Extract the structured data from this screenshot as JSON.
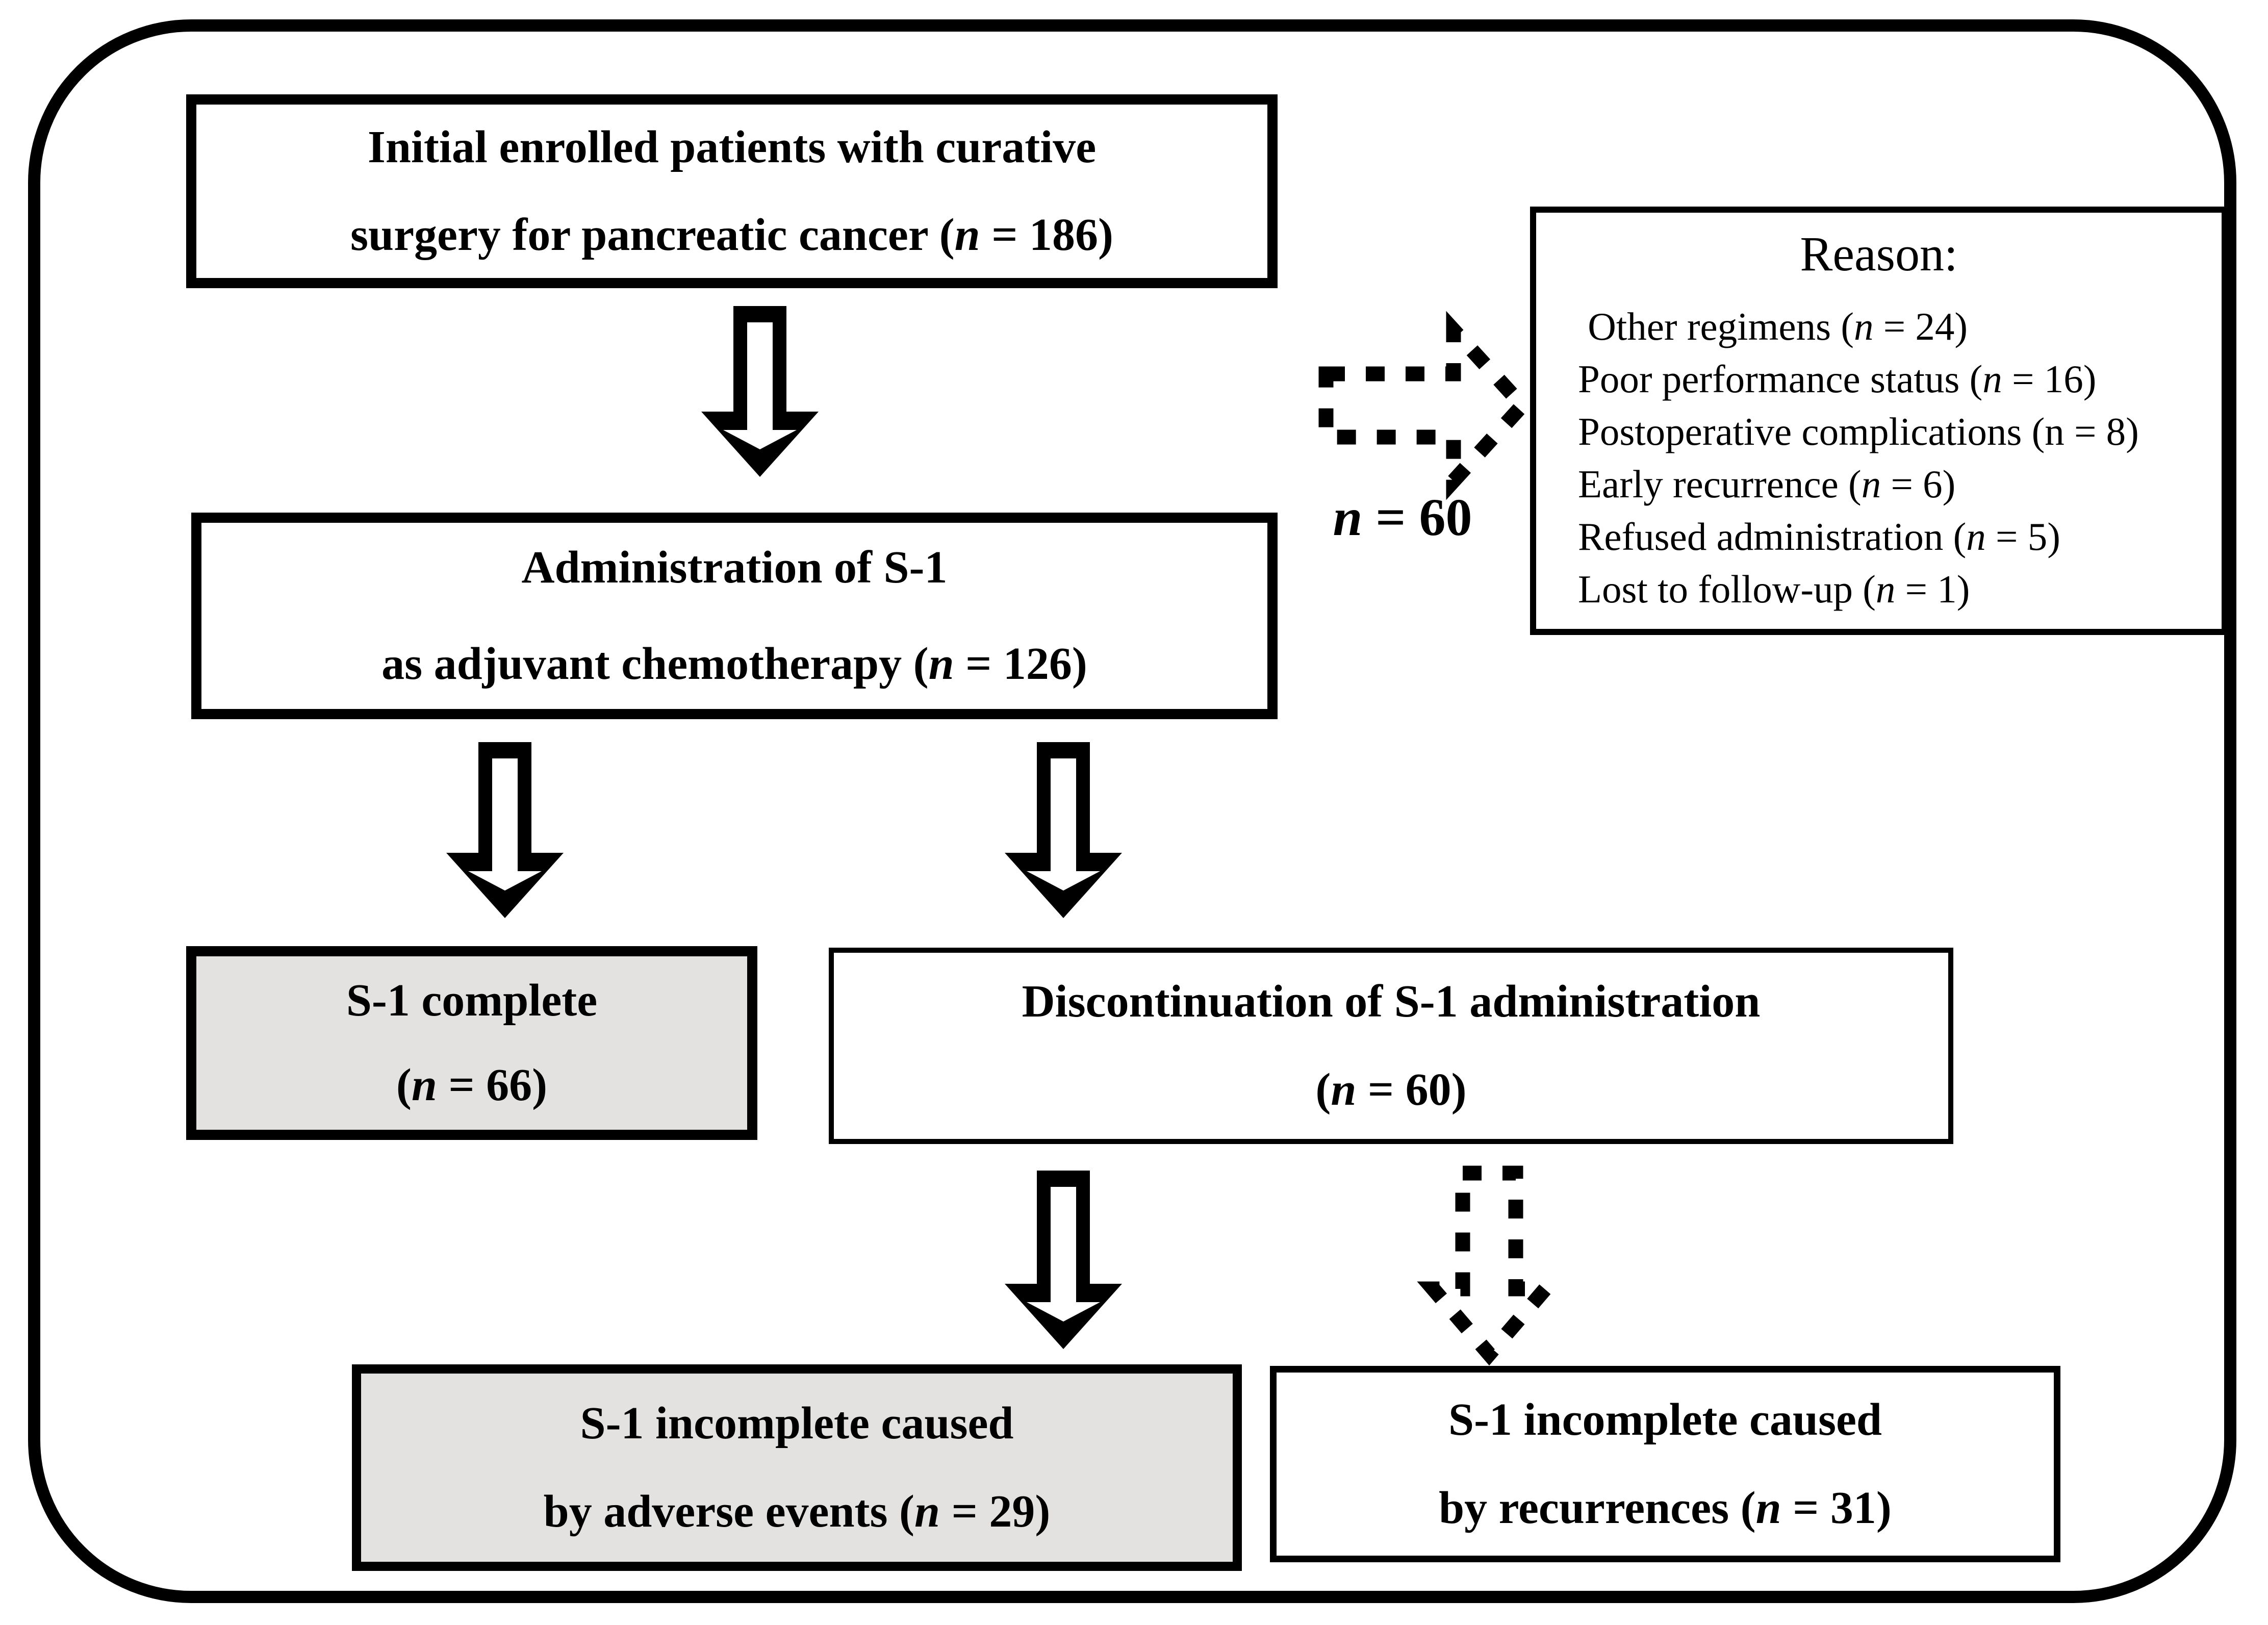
{
  "diagram": {
    "colors": {
      "background": "#ffffff",
      "line": "#000000",
      "gray_fill": "#e3e2e0"
    },
    "boxes": {
      "initial": {
        "line1": "Initial enrolled patients with curative",
        "line2": "surgery for pancreatic cancer (*n* = 186)"
      },
      "admin": {
        "line1": "Administration of S-1",
        "line2": "as adjuvant chemotherapy (*n* = 126)"
      },
      "reason": {
        "heading": "Reason:",
        "items": [
          " Other regimens (*n* = 24)",
          "Poor performance status (*n* = 16)",
          "Postoperative complications (n = 8)",
          "Early recurrence (*n* = 6)",
          "Refused administration (*n* = 5)",
          "Lost to follow-up (*n* = 1)"
        ]
      },
      "complete": {
        "line1": "S-1 complete",
        "line2": "(*n* = 66)"
      },
      "discontinuation": {
        "line1": "Discontinuation of S-1 administration",
        "line2": "(*n* = 60)"
      },
      "adverse": {
        "line1": "S-1 incomplete caused",
        "line2": "by adverse events (*n* = 29)"
      },
      "recurrence": {
        "line1": "S-1 incomplete caused",
        "line2": "by recurrences (*n* = 31)"
      }
    },
    "labels": {
      "n60": "*n* = 60"
    }
  }
}
